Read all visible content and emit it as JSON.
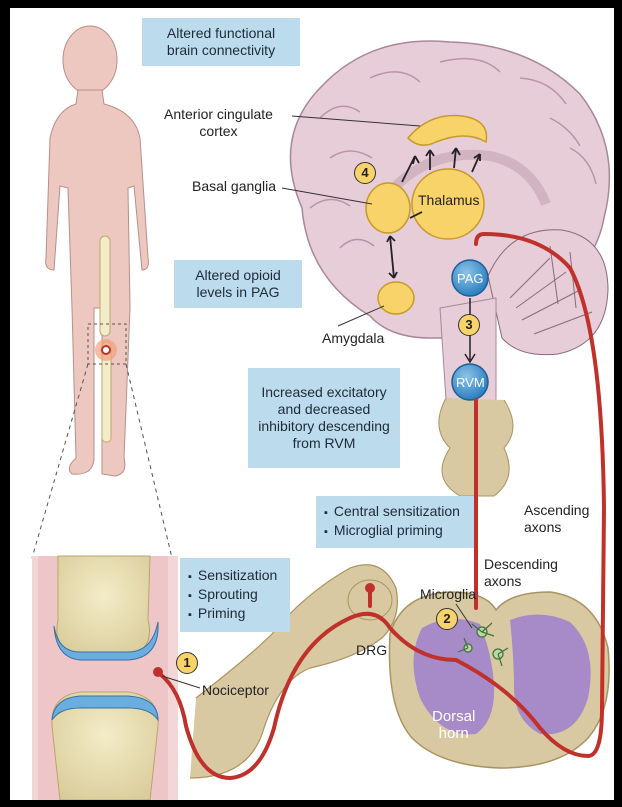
{
  "boxes": {
    "connectivity": [
      "Altered functional",
      "brain connectivity"
    ],
    "opioid": [
      "Altered opioid",
      "levels in PAG"
    ],
    "excitatory": [
      "Increased excitatory",
      "and decreased",
      "inhibitory descending",
      "from RVM"
    ],
    "central": [
      "Central sensitization",
      "Microglial priming"
    ],
    "peripheral": [
      "Sensitization",
      "Sprouting",
      "Priming"
    ]
  },
  "labels": {
    "acc": [
      "Anterior cingulate",
      "cortex"
    ],
    "basal_ganglia": "Basal ganglia",
    "thalamus": "Thalamus",
    "amygdala": "Amygdala",
    "pag": "PAG",
    "rvm": "RVM",
    "microglia": "Microglia",
    "drg": "DRG",
    "nociceptor": "Nociceptor",
    "dorsal_horn": [
      "Dorsal",
      "horn"
    ],
    "descending_axons": [
      "Descending",
      "axons"
    ],
    "ascending_axons": [
      "Ascending",
      "axons"
    ]
  },
  "steps": [
    "1",
    "2",
    "3",
    "4"
  ],
  "colors": {
    "brain": "#e7cdd8",
    "nucleus": "#f7d36a",
    "node_blue": "#3a8fc9",
    "pathway_red": "#c0312b",
    "info_box": "#bcdcee",
    "spinal_tan": "#d9c9a3",
    "grey_matter": "#a78bc9",
    "cartilage": "#6aaee0",
    "body_skin": "#ecc8c1"
  }
}
